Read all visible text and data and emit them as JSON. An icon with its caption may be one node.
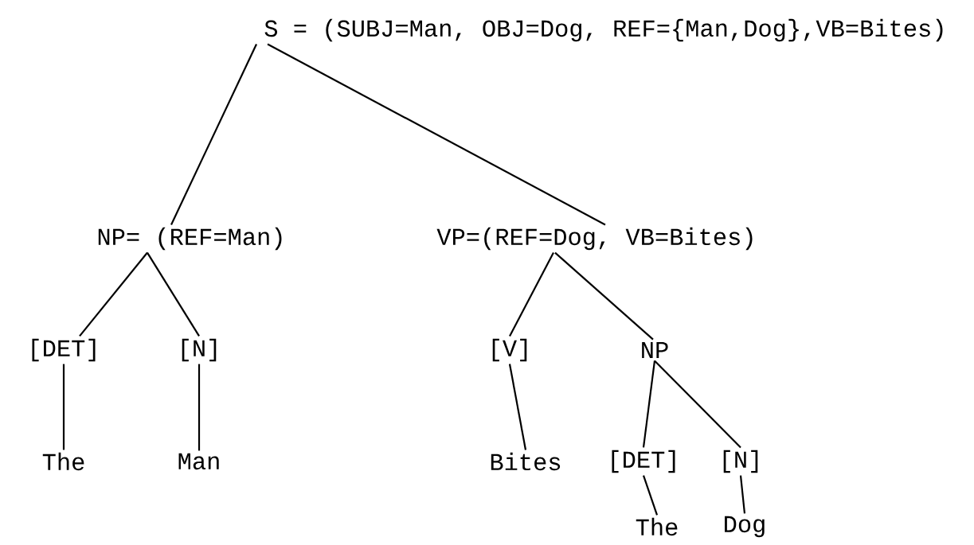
{
  "diagram": {
    "nodes": [
      {
        "text": [
          "S = (SUBJ=Man, OBJ=Dog, REF={Man,Dog},VB=Bites)"
        ]
      },
      {
        "text": [
          "NP= (REF=Man)"
        ]
      },
      {
        "text": [
          "VP=(REF=Dog, VB=Bites)"
        ]
      },
      {
        "text": [
          "[DET]"
        ]
      },
      {
        "text": [
          "[N]"
        ]
      },
      {
        "text": [
          "The"
        ]
      },
      {
        "text": [
          "Man"
        ]
      },
      {
        "text": [
          "[V]"
        ]
      },
      {
        "text": [
          "NP"
        ]
      },
      {
        "text": [
          "Bites"
        ]
      },
      {
        "text": [
          "[DET]"
        ]
      },
      {
        "text": [
          "[N]"
        ]
      },
      {
        "text": [
          "The"
        ]
      },
      {
        "text": [
          "Dog"
        ]
      }
    ],
    "edges": [
      {
        "from": 0,
        "to": 1,
        "arrow": "none"
      },
      {
        "from": 0,
        "to": 2,
        "arrow": "none"
      },
      {
        "from": 1,
        "to": 3,
        "arrow": "none"
      },
      {
        "from": 1,
        "to": 4,
        "arrow": "none"
      },
      {
        "from": 3,
        "to": 5,
        "arrow": "none"
      },
      {
        "from": 4,
        "to": 6,
        "arrow": "none"
      },
      {
        "from": 2,
        "to": 7,
        "arrow": "none"
      },
      {
        "from": 2,
        "to": 8,
        "arrow": "none"
      },
      {
        "from": 7,
        "to": 9,
        "arrow": "none"
      },
      {
        "from": 8,
        "to": 10,
        "arrow": "none"
      },
      {
        "from": 8,
        "to": 11,
        "arrow": "none"
      },
      {
        "from": 10,
        "to": 12,
        "arrow": "none"
      },
      {
        "from": 11,
        "to": 13,
        "arrow": "none"
      }
    ]
  }
}
